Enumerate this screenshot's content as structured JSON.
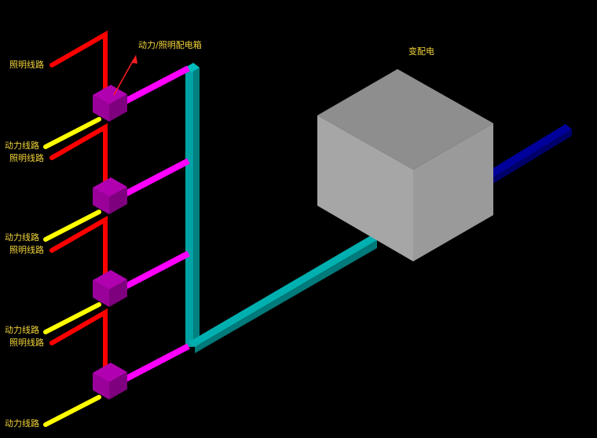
{
  "labels": {
    "lighting_line": "照明线路",
    "power_line": "动力线路",
    "distribution_box": "动力/照明配电箱",
    "substation": "变配电"
  },
  "colors": {
    "background": "#000000",
    "lighting": "#ff0000",
    "power": "#ffff00",
    "branch": "#ff00ff",
    "box": "#9a009a",
    "trunk": "#009a9a",
    "substation": "#a8a8a8",
    "feeder": "#00008b",
    "text": "#f2d43a",
    "arrow": "#ff1e1e"
  }
}
